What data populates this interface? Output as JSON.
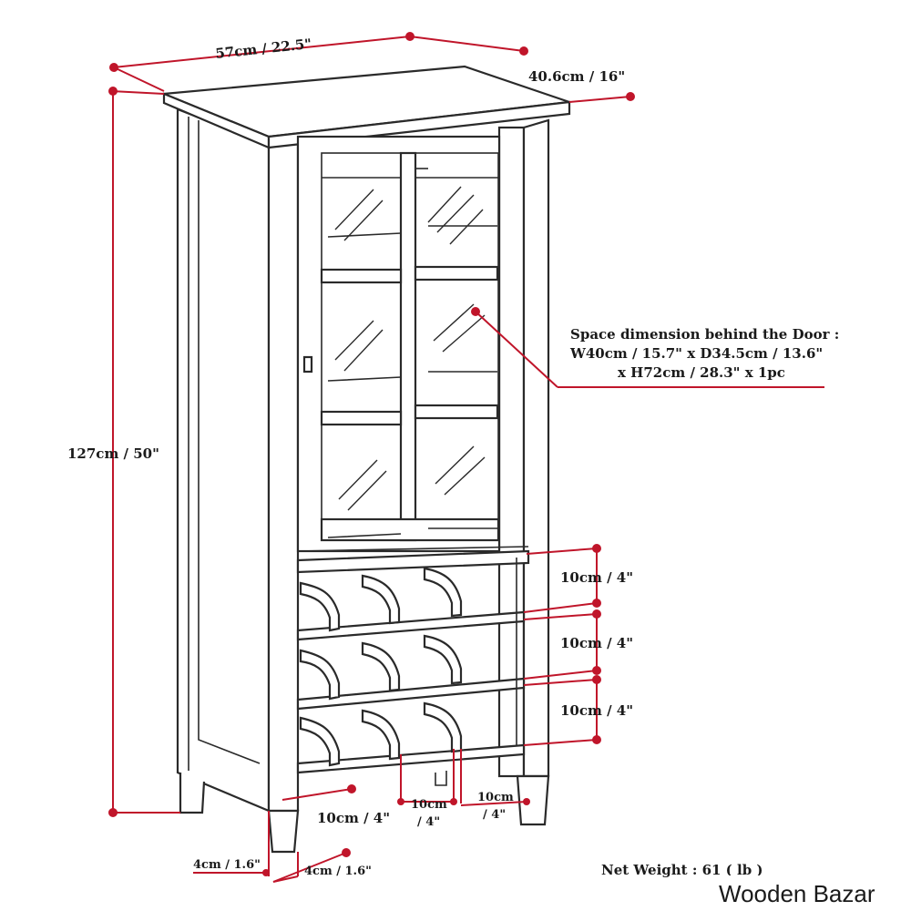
{
  "dimensions": {
    "width": "57cm / 22.5\"",
    "depth": "40.6cm / 16\"",
    "height": "127cm / 50\"",
    "rack_height_1": "10cm / 4\"",
    "rack_height_2": "10cm / 4\"",
    "rack_height_3": "10cm / 4\"",
    "bottle_slot_width": "10cm / 4\"",
    "divider_width_line1": "10cm",
    "divider_width_line2": "/ 4\"",
    "right_slot_line1": "10cm",
    "right_slot_line2": "/ 4\"",
    "leg_depth": "4cm / 1.6\"",
    "leg_width": "4cm / 1.6\""
  },
  "door_space": {
    "line1": "Space dimension behind the Door :",
    "line2": "W40cm / 15.7\" x D34.5cm / 13.6\"",
    "line3": "x H72cm / 28.3\" x 1pc"
  },
  "net_weight": "Net Weight : 61 ( lb )",
  "watermark": "Wooden Bazar",
  "colors": {
    "dimension_line": "#c0152a",
    "drawing_line": "#2a2a2a",
    "background": "#ffffff"
  }
}
